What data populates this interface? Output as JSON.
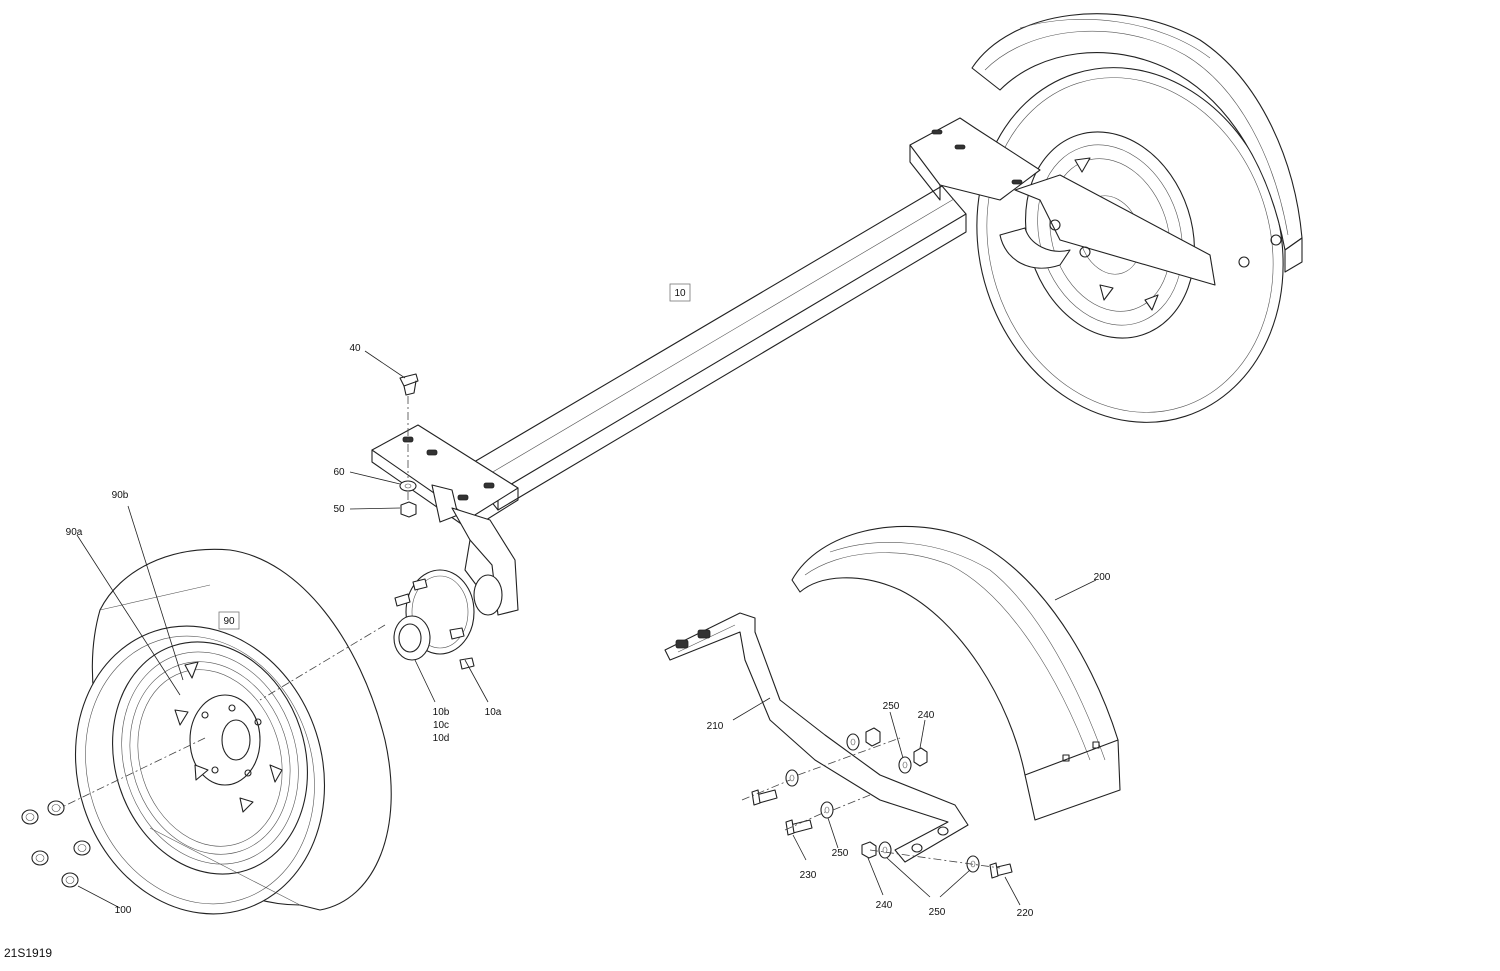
{
  "figure_id": "21S1919",
  "callouts": {
    "c10": "10",
    "c40": "40",
    "c60": "60",
    "c50": "50",
    "c90b": "90b",
    "c90a": "90a",
    "c90": "90",
    "c10b": "10b",
    "c10c": "10c",
    "c10d": "10d",
    "c10a": "10a",
    "c100": "100",
    "c200": "200",
    "c210": "210",
    "c250a": "250",
    "c240a": "240",
    "c230": "230",
    "c250b": "250",
    "c240b": "240",
    "c250c": "250",
    "c220": "220"
  }
}
